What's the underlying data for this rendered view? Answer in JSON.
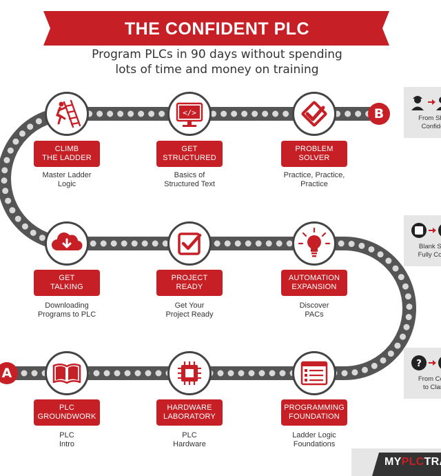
{
  "title": "THE CONFIDENT PLC PROGRAMMER METHOD",
  "subtitle": {
    "line1": "Program PLCs in 90 days without spending",
    "line2": "lots of time and money on training"
  },
  "markers": {
    "start": "A",
    "end": "B"
  },
  "steps": [
    {
      "id": "climb-the-ladder",
      "icon": "ladder-climber-icon",
      "label": [
        "CLIMB",
        "THE LADDER"
      ],
      "desc": [
        "Master Ladder",
        "Logic"
      ]
    },
    {
      "id": "get-structured",
      "icon": "code-monitor-icon",
      "label": [
        "GET",
        "STRUCTURED"
      ],
      "desc": [
        "Basics of",
        "Structured Text"
      ]
    },
    {
      "id": "problem-solver",
      "icon": "checklist-icon",
      "label": [
        "PROBLEM",
        "SOLVER"
      ],
      "desc": [
        "Practice, Practice,",
        "Practice"
      ]
    },
    {
      "id": "get-talking",
      "icon": "cloud-download-icon",
      "label": [
        "GET",
        "TALKING"
      ],
      "desc": [
        "Downloading",
        "Programs to PLC"
      ]
    },
    {
      "id": "project-ready",
      "icon": "checkbox-icon",
      "label": [
        "PROJECT",
        "READY"
      ],
      "desc": [
        "Get Your",
        "Project Ready"
      ]
    },
    {
      "id": "automation-expansion",
      "icon": "lightbulb-icon",
      "label": [
        "AUTOMATION",
        "EXPANSION"
      ],
      "desc": [
        "Discover",
        "PACs"
      ]
    },
    {
      "id": "plc-groundwork",
      "icon": "open-book-icon",
      "label": [
        "PLC",
        "GROUNDWORK"
      ],
      "desc": [
        "PLC",
        "Intro"
      ]
    },
    {
      "id": "hardware-laboratory",
      "icon": "microchip-icon",
      "label": [
        "HARDWARE",
        "LABORATORY"
      ],
      "desc": [
        "PLC",
        "Hardware"
      ]
    },
    {
      "id": "programming-foundation",
      "icon": "program-window-icon",
      "label": [
        "PROGRAMMING",
        "FOUNDATION"
      ],
      "desc": [
        "Ladder Logic",
        "Foundations"
      ]
    }
  ],
  "side_cards": [
    {
      "id": "shaky-to-confident",
      "icon": "worker-to-worker-icon",
      "text": [
        "From Sha",
        "Confide"
      ]
    },
    {
      "id": "blank-to-confident",
      "icon": "blank-to-full-icon",
      "text": [
        "Blank Sla",
        "Fully Conf"
      ]
    },
    {
      "id": "confused-to-clarity",
      "icon": "confused-to-clear-icon",
      "text": [
        "From Con",
        "to Clar"
      ]
    }
  ],
  "brand": {
    "prefix": "MY",
    "highlight": "PLC",
    "suffix": "TRA"
  },
  "colors": {
    "accent": "#c62026",
    "track": "#555555",
    "dots": "#d9d9d9",
    "card": "#e6e6e6"
  }
}
